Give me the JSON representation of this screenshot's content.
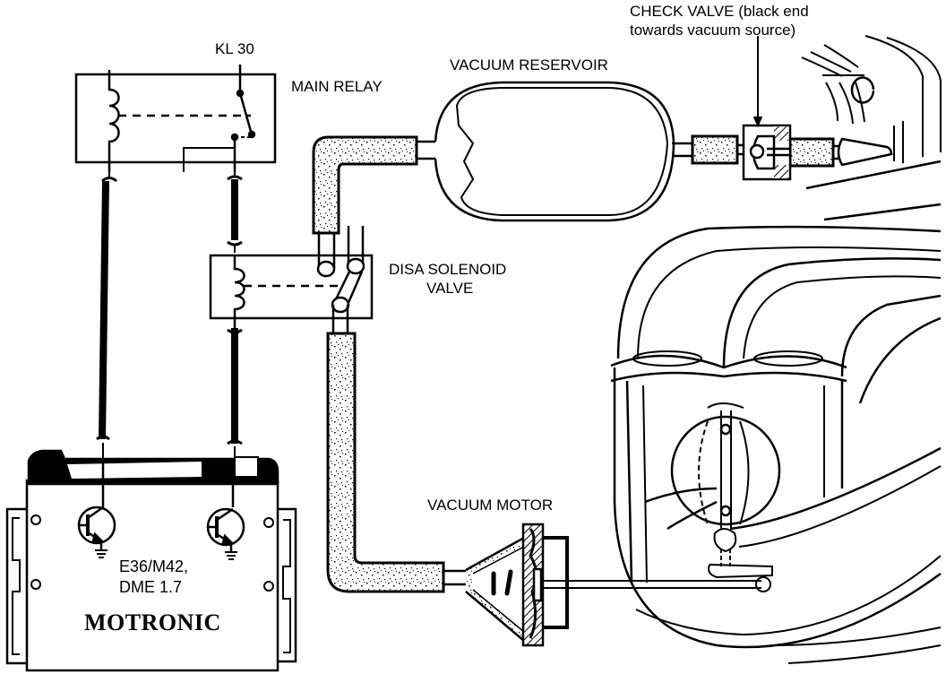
{
  "diagram": {
    "subject": "DISA intake valve vacuum control circuit",
    "labels": {
      "kl30": "KL 30",
      "main_relay": "MAIN RELAY",
      "vacuum_reservoir": "VACUUM RESERVOIR",
      "check_valve_line1": "CHECK VALVE (black end",
      "check_valve_line2": "towards vacuum source)",
      "disa_solenoid_line1": "DISA SOLENOID",
      "disa_solenoid_line2": "VALVE",
      "vacuum_motor": "VACUUM MOTOR",
      "ecu_model_line1": "E36/M42,",
      "ecu_model_line2": "DME 1.7",
      "ecu_brand": "MOTRONIC"
    },
    "colors": {
      "ink": "#000000",
      "paper": "#ffffff",
      "hose_fill": "#f2f2f2"
    }
  }
}
